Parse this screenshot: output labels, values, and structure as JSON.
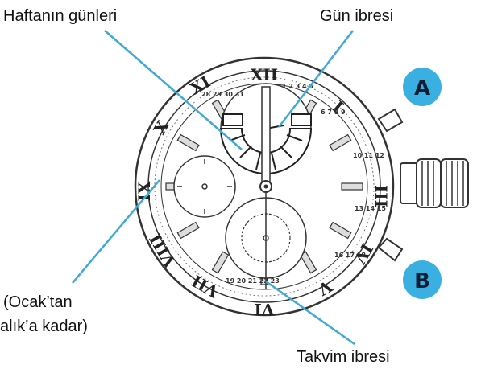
{
  "labels": {
    "weekdays": "Haftanın günleri",
    "day_hand": "Gün ibresi",
    "months_line1": "(Ocak’tan",
    "months_line2": "alık’a kadar)",
    "calendar_hand": "Takvim ibresi"
  },
  "buttons": {
    "a": "A",
    "b": "B"
  },
  "colors": {
    "leader_line": "#3fa9d8",
    "badge_fill": "#3ab0e2",
    "ink": "#222222"
  }
}
